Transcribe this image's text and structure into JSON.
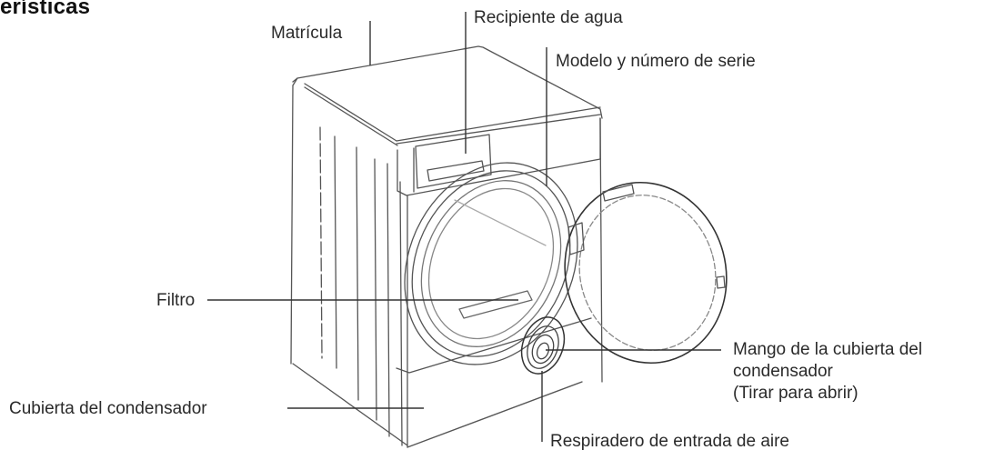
{
  "heading": "erísticas",
  "labels": {
    "matricula": "Matrícula",
    "recipiente": "Recipiente de agua",
    "modelo": "Modelo y número de serie",
    "filtro": "Filtro",
    "cubierta": "Cubierta del condensador",
    "mango_line1": "Mango de la cubierta del",
    "mango_line2": "condensador",
    "mango_line3": "(Tirar para abrir)",
    "respiradero": "Respiradero de entrada de aire"
  },
  "colors": {
    "text": "#2a2a2a",
    "line": "#333333",
    "sketch": "#555555"
  }
}
